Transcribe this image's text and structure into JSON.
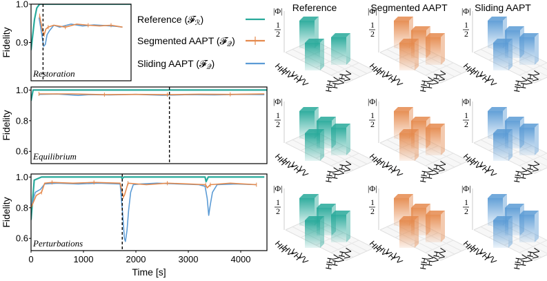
{
  "chart_data": {
    "type": "line",
    "colors": {
      "reference": "#27a99a",
      "segmented": "#e58a4d",
      "sliding": "#5b9bd5",
      "floor": "#d9d9d9"
    },
    "ylabel": "Fidelity",
    "xlabel": "Time [s]",
    "xlim": [
      0,
      4500
    ],
    "xticks": [
      "0",
      "1000",
      "2000",
      "3000",
      "4000"
    ],
    "legend": {
      "reference": "Reference (𝓕",
      "reference_sub": "ℛ",
      "segmented": "Segmented AAPT (𝓕",
      "segmented_sub": "𝒬",
      "sliding": "Sliding AAPT (𝓕",
      "sliding_sub": "𝒬",
      "close": ")"
    },
    "panels": [
      {
        "label": "Restoration",
        "xlim": [
          0,
          1750
        ],
        "ylim": [
          0.8,
          1.0
        ],
        "yticks": [
          "1.0",
          "0.9"
        ],
        "ytick_values": [
          1.0,
          0.9
        ],
        "switch_times": [
          210
        ],
        "reference": [
          [
            0,
            0.88
          ],
          [
            60,
            0.96
          ],
          [
            100,
            0.99
          ],
          [
            150,
            1.0
          ],
          [
            1750,
            1.0
          ]
        ],
        "segmented": [
          [
            150,
            0.97
          ],
          [
            200,
            0.93
          ],
          [
            230,
            0.92
          ],
          [
            260,
            0.935
          ],
          [
            300,
            0.94
          ],
          [
            400,
            0.945
          ],
          [
            600,
            0.94
          ],
          [
            800,
            0.948
          ],
          [
            1000,
            0.945
          ],
          [
            1200,
            0.943
          ],
          [
            1400,
            0.945
          ],
          [
            1600,
            0.94
          ]
        ],
        "sliding": [
          [
            140,
            0.965
          ],
          [
            190,
            0.92
          ],
          [
            220,
            0.89
          ],
          [
            250,
            0.895
          ],
          [
            280,
            0.92
          ],
          [
            320,
            0.93
          ],
          [
            400,
            0.945
          ],
          [
            500,
            0.94
          ],
          [
            700,
            0.948
          ],
          [
            900,
            0.943
          ],
          [
            1100,
            0.946
          ],
          [
            1300,
            0.944
          ],
          [
            1500,
            0.942
          ],
          [
            1600,
            0.94
          ]
        ]
      },
      {
        "label": "Equilibrium",
        "xlim": [
          0,
          4500
        ],
        "ylim": [
          0.52,
          1.02
        ],
        "yticks": [
          "1.0",
          "0.8",
          "0.6"
        ],
        "ytick_values": [
          1.0,
          0.8,
          0.6
        ],
        "switch_times": [
          2640
        ],
        "reference": [
          [
            0,
            0.93
          ],
          [
            40,
            1.0
          ],
          [
            4500,
            1.0
          ]
        ],
        "segmented": [
          [
            150,
            0.975
          ],
          [
            800,
            0.975
          ],
          [
            1400,
            0.97
          ],
          [
            2000,
            0.972
          ],
          [
            2600,
            0.97
          ],
          [
            3200,
            0.973
          ],
          [
            3800,
            0.972
          ],
          [
            4450,
            0.975
          ]
        ],
        "sliding": [
          [
            150,
            0.972
          ],
          [
            500,
            0.974
          ],
          [
            900,
            0.965
          ],
          [
            1100,
            0.97
          ],
          [
            1500,
            0.968
          ],
          [
            2000,
            0.972
          ],
          [
            2500,
            0.966
          ],
          [
            3000,
            0.97
          ],
          [
            3500,
            0.968
          ],
          [
            4000,
            0.972
          ],
          [
            4450,
            0.97
          ]
        ]
      },
      {
        "label": "Perturbations",
        "xlim": [
          0,
          4500
        ],
        "ylim": [
          0.52,
          1.02
        ],
        "yticks": [
          "1.0",
          "0.8",
          "0.6"
        ],
        "ytick_values": [
          1.0,
          0.8,
          0.6
        ],
        "switch_times": [
          1740
        ],
        "reference": [
          [
            0,
            0.72
          ],
          [
            30,
            0.85
          ],
          [
            60,
            0.98
          ],
          [
            200,
            1.0
          ],
          [
            1720,
            1.0
          ],
          [
            1740,
            0.99
          ],
          [
            1770,
            1.0
          ],
          [
            3320,
            1.0
          ],
          [
            3340,
            0.97
          ],
          [
            3380,
            1.0
          ],
          [
            4450,
            1.0
          ]
        ],
        "segmented": [
          [
            0,
            0.8
          ],
          [
            100,
            0.88
          ],
          [
            200,
            0.9
          ],
          [
            260,
            0.96
          ],
          [
            400,
            0.965
          ],
          [
            800,
            0.96
          ],
          [
            1200,
            0.965
          ],
          [
            1700,
            0.96
          ],
          [
            1760,
            0.87
          ],
          [
            1780,
            0.88
          ],
          [
            1850,
            0.96
          ],
          [
            2200,
            0.95
          ],
          [
            2600,
            0.96
          ],
          [
            3000,
            0.955
          ],
          [
            3330,
            0.95
          ],
          [
            3360,
            0.93
          ],
          [
            3420,
            0.95
          ],
          [
            3800,
            0.96
          ],
          [
            4300,
            0.95
          ]
        ],
        "sliding": [
          [
            0,
            0.8
          ],
          [
            80,
            0.9
          ],
          [
            180,
            0.92
          ],
          [
            260,
            0.955
          ],
          [
            500,
            0.96
          ],
          [
            900,
            0.955
          ],
          [
            1300,
            0.96
          ],
          [
            1700,
            0.955
          ],
          [
            1750,
            0.75
          ],
          [
            1780,
            0.6
          ],
          [
            1800,
            0.58
          ],
          [
            1830,
            0.65
          ],
          [
            1860,
            0.78
          ],
          [
            1900,
            0.9
          ],
          [
            1950,
            0.95
          ],
          [
            2100,
            0.955
          ],
          [
            2400,
            0.96
          ],
          [
            2800,
            0.955
          ],
          [
            3200,
            0.95
          ],
          [
            3320,
            0.94
          ],
          [
            3360,
            0.86
          ],
          [
            3390,
            0.75
          ],
          [
            3420,
            0.82
          ],
          [
            3460,
            0.9
          ],
          [
            3550,
            0.95
          ],
          [
            3900,
            0.955
          ],
          [
            4300,
            0.95
          ]
        ]
      }
    ],
    "bar_columns": [
      {
        "title": "Reference",
        "series": "reference"
      },
      {
        "title": "Segmented AAPT",
        "series": "segmented"
      },
      {
        "title": "Sliding AAPT",
        "series": "sliding"
      }
    ],
    "bar_axis": {
      "zlabel": "|Φ|",
      "ztick_num": "1",
      "ztick_den": "2",
      "basis": [
        "HH",
        "HV",
        "VH",
        "VV"
      ]
    },
    "bar_rows": [
      {
        "panel": "Restoration",
        "reference": [
          0.5,
          0,
          0.5,
          0.5
        ],
        "segmented": [
          0.5,
          0.5,
          0.5,
          0.5
        ],
        "sliding": [
          0.5,
          0.5,
          0.5,
          0.5
        ]
      },
      {
        "panel": "Equilibrium",
        "reference": [
          0.5,
          0.5,
          0.5,
          0.5
        ],
        "segmented": [
          0.5,
          0.5,
          0.5,
          0.5
        ],
        "sliding": [
          0.5,
          0.5,
          0.5,
          0.5
        ]
      },
      {
        "panel": "Perturbations",
        "reference": [
          0.5,
          0.5,
          0.5,
          0.5
        ],
        "segmented": [
          0.5,
          0.5,
          0.5,
          0.5
        ],
        "sliding": [
          0.5,
          0.5,
          0.5,
          0.5
        ]
      }
    ]
  }
}
